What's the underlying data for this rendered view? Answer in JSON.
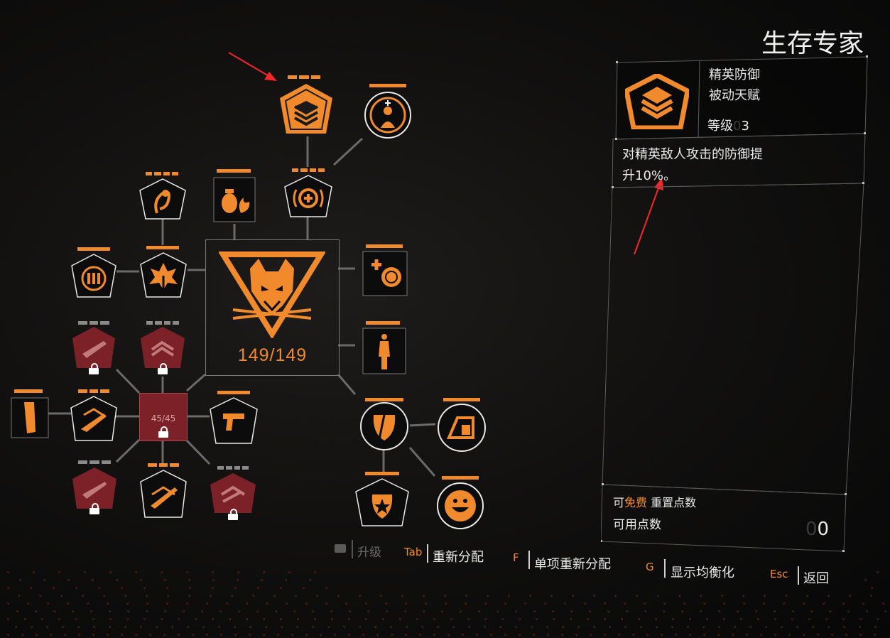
{
  "colors": {
    "accent": "#f08a2c",
    "locked": "#7c2127",
    "line": "#6a6a6a",
    "annotation": "#f4272a"
  },
  "tree": {
    "core_points": "149/149",
    "sub_core_points": "45/45"
  },
  "panel": {
    "title": "生存专家",
    "talent_name": "精英防御",
    "talent_type": "被动天赋",
    "level_label": "等级",
    "level_ghost": "0",
    "level_value": "3",
    "description_line1": "对精英敌人攻击的防御提",
    "description_line2": "升10%。",
    "free_prefix": "可",
    "free_highlight": "免费",
    "free_suffix": "重置点数",
    "available_label": "可用点数",
    "available_ghost": "0",
    "available_value": "0"
  },
  "bottom_bar": {
    "upgrade_label": "升级",
    "tab_key": "Tab",
    "tab_label": "重新分配",
    "f_key": "F",
    "f_label": "单项重新分配",
    "g_key": "G",
    "g_label": "显示均衡化",
    "esc_key": "Esc",
    "esc_label": "返回"
  },
  "icons": {
    "elite-defense": "chevron-stack-icon",
    "medic-circle": "medic-figure-icon",
    "cobra": "cobra-icon",
    "grenade": "incendiary-grenade-icon",
    "heal-shield": "heal-emitter-icon",
    "ammo": "ammo-pack-icon",
    "burst": "explosion-arrow-icon",
    "medkit-ball": "medkit-grenade-icon",
    "agent": "agent-figure-icon",
    "core": "wolf-emblem-icon",
    "lock": "lock-icon",
    "shield-shard": "shield-shard-icon",
    "deploy-cover": "portable-cover-icon",
    "badge": "star-badge-icon",
    "grin": "grinning-face-icon",
    "magazine": "magazine-icon",
    "rifle": "rifle-icon",
    "pistol": "pistol-icon",
    "shotgun": "shotgun-icon",
    "smg": "smg-icon"
  }
}
